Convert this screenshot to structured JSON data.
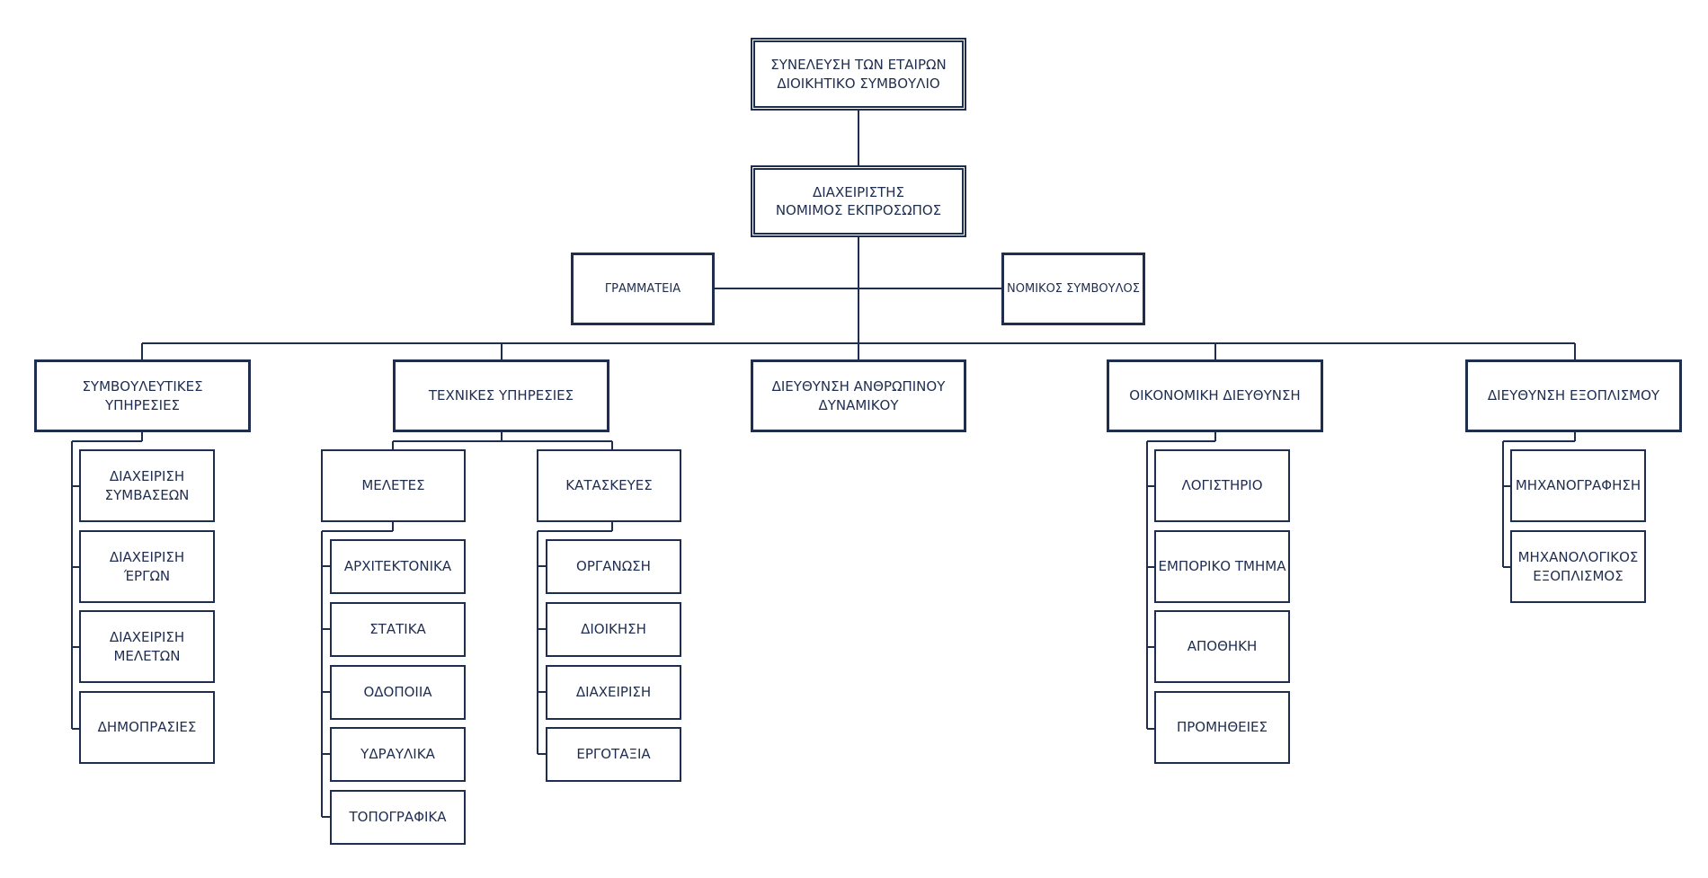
{
  "org_chart": {
    "top": {
      "line1": "ΣΥΝΕΛΕΥΣΗ ΤΩΝ ΕΤΑΙΡΩΝ",
      "line2": "ΔΙΟΙΚΗΤΙΚΟ ΣΥΜΒΟΥΛΙΟ"
    },
    "manager": {
      "line1": "ΔΙΑΧΕΙΡΙΣΤΗΣ",
      "line2": "ΝΟΜΙΜΟΣ ΕΚΠΡΟΣΩΠΟΣ"
    },
    "secretariat": "ΓΡΑΜΜΑΤΕΙΑ",
    "legal_advisor": "ΝΟΜΙΚΟΣ ΣΥΜΒΟΥΛΟΣ",
    "departments": {
      "consulting": {
        "line1": "ΣΥΜΒΟΥΛΕΥΤΙΚΕΣ",
        "line2": "ΥΠΗΡΕΣΙΕΣ",
        "items": [
          {
            "line1": "ΔΙΑΧΕΙΡΙΣΗ",
            "line2": "ΣΥΜΒΑΣΕΩΝ"
          },
          {
            "line1": "ΔΙΑΧΕΙΡΙΣΗ",
            "line2": "ΈΡΓΩΝ"
          },
          {
            "line1": "ΔΙΑΧΕΙΡΙΣΗ",
            "line2": "ΜΕΛΕΤΩΝ"
          },
          {
            "line1": "ΔΗΜΟΠΡΑΣΙΕΣ",
            "line2": ""
          }
        ]
      },
      "technical": {
        "label": "ΤΕΧΝΙΚΕΣ ΥΠΗΡΕΣΙΕΣ",
        "studies": {
          "label": "ΜΕΛΕΤΕΣ",
          "items": [
            "ΑΡΧΙΤΕΚΤΟΝΙΚΑ",
            "ΣΤΑΤΙΚΑ",
            "ΟΔΟΠΟΙΙΑ",
            "ΥΔΡΑΥΛΙΚΑ",
            "ΤΟΠΟΓΡΑΦΙΚΑ"
          ]
        },
        "construction": {
          "label": "ΚΑΤΑΣΚΕΥΕΣ",
          "items": [
            "ΟΡΓΑΝΩΣΗ",
            "ΔΙΟΙΚΗΣΗ",
            "ΔΙΑΧΕΙΡΙΣΗ",
            "ΕΡΓΟΤΑΞΙΑ"
          ]
        }
      },
      "hr": {
        "line1": "ΔΙΕΥΘΥΝΣΗ ΑΝΘΡΩΠΙΝΟΥ",
        "line2": "ΔΥΝΑΜΙΚΟΥ"
      },
      "finance": {
        "label": "ΟΙΚΟΝΟΜΙΚΗ ΔΙΕΥΘΥΝΣΗ",
        "items": [
          "ΛΟΓΙΣΤΗΡΙΟ",
          "ΕΜΠΟΡΙΚΟ ΤΜΗΜΑ",
          "ΑΠΟΘΗΚΗ",
          "ΠΡΟΜΗΘΕΙΕΣ"
        ]
      },
      "equipment": {
        "label": "ΔΙΕΥΘΥΝΣΗ ΕΞΟΠΛΙΣΜΟΥ",
        "items": [
          {
            "line1": "ΜΗΧΑΝΟΓΡΑΦΗΣΗ",
            "line2": ""
          },
          {
            "line1": "ΜΗΧΑΝΟΛΟΓΙΚΟΣ",
            "line2": "ΕΞΟΠΛΙΣΜΟΣ"
          }
        ]
      }
    },
    "colors": {
      "line": "#1f2d4f",
      "background": "#ffffff"
    }
  }
}
